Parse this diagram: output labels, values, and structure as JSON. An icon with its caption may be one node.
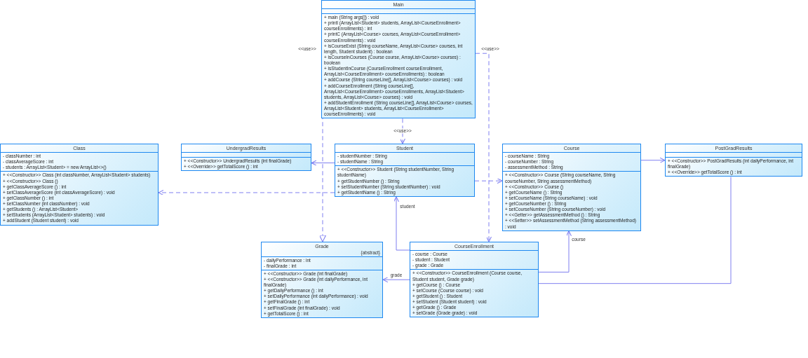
{
  "diagram": {
    "nodes": [
      {
        "text": [
          "Main"
        ]
      },
      {
        "text": [],
        "shape": "box",
        "in": 0
      },
      {
        "text": [
          "+ main (String args[]) : void",
          "+ printI (ArrayList<Student> students, ArrayList<CourseEnrollment> courseEnrollments) : int",
          "+ printC (ArrayList<Course> courses, ArrayList<CourseEnrollment> courseEnrollments) : void",
          "+ isCourseExist (String courseName, ArrayList<Course> courses, int length, Student student) : boolean",
          "+ isCourseInCourses (Course course, ArrayList<Course> courses) : boolean",
          "+ isStudentInCourse (CourseEnrollment courseEnrollment, ArrayList<CourseEnrollment> courseEnrollments) : boolean",
          "+ addCourse (String courseLine[], ArrayList<Course> courses) : void",
          "+ addCourseEnrollment (String courseLine[], ArrayList<CourseEnrollment> courseEnrollments, ArrayList<Student> students, ArrayList<Course> courses) : void",
          "+ addStudentEnrollment (String courseLine[], ArrayList<Course> courses, ArrayList<Student> students, ArrayList<CourseEnrollment> courseEnrollments) : void"
        ],
        "in": 0
      },
      {
        "text": [
          "Class"
        ]
      },
      {
        "text": [
          "- classNumber : int",
          "- classAverageScore : int",
          "- students : ArrayList<Student> = new ArrayList<>()"
        ],
        "in": 3
      },
      {
        "text": [
          "+ <<Constructor>> Class (int classNumber, ArrayList<Student> students)",
          "+ <<Constructor>> Class ()",
          "+ getClassAverageScore () : int",
          "+ setClassAverageScore (int classAverageScore) : void",
          "+ getClassNumber () : int",
          "+ setClassNumber (int classNumber) : void",
          "+ getStudents () : ArrayList<Student>",
          "+ setStudents (ArrayList<Student> students) : void",
          "+ addStudent (Student student) : void"
        ],
        "in": 3
      },
      {
        "text": [
          "UndergradResults"
        ]
      },
      {
        "text": [],
        "shape": "box",
        "in": 6
      },
      {
        "text": [
          "+ <<Constructor>> UndergradResults (int finalGrade)",
          "+ <<Override>> getTotalScore () : int"
        ],
        "in": 6
      },
      {
        "text": [
          "Student"
        ]
      },
      {
        "text": [
          "- studentNumber : String",
          "- studentName : String"
        ],
        "in": 9
      },
      {
        "text": [
          "+ <<Constructor>> Student (String studentNumber, String studentName)",
          "+ getStudentNumber () : String",
          "+ setStudentNumber (String studentNumber) : void",
          "+ getStudentName () : String"
        ],
        "in": 9
      },
      {
        "text": [
          "Course"
        ]
      },
      {
        "text": [
          "- courseName : String",
          "- courseNumber : String",
          "- assessmentMethod : String"
        ],
        "in": 12
      },
      {
        "text": [
          "+ <<Constructor>> Course (String courseName, String courseNumber, String assessmentMethod)",
          "+ <<Constructor>> Course ()",
          "+ getCourseName () : String",
          "+ setCourseName (String courseName) : void",
          "+ getCourseNumber () : String",
          "+ setCourseNumber (String courseNumber) : void",
          "+ <<Getter>> getAssessmentMethod () : String",
          "+ <<Setter>> setAssessmentMethod (String assessmentMethod) : void"
        ],
        "in": 12
      },
      {
        "text": [
          "PostGradResults"
        ]
      },
      {
        "text": [],
        "shape": "box",
        "in": 15
      },
      {
        "text": [
          "+ <<Constructor>> PostGradResults (int dailyPerformance, int finalGrade)",
          "+ <<Override>> getTotalScore () : int"
        ],
        "in": 15
      },
      {
        "text": [
          "Grade",
          "{abstract}"
        ]
      },
      {
        "text": [
          "- dailyPerformance : int",
          "- finalGrade : int"
        ],
        "in": 18
      },
      {
        "text": [
          "+ <<Constructor>> Grade (int finalGrade)",
          "+ <<Constructor>> Grade (int dailyPerformance, int finalGrade)",
          "+ getDailyPerformance () : int",
          "+ setDailyPerformance (int dailyPerformance) : void",
          "+ getFinalGrade () : int",
          "+ setFinalGrade (int finalGrade) : void",
          "+ getTotalScore () : int"
        ],
        "in": 18
      },
      {
        "text": [
          "CourseEnrollment"
        ]
      },
      {
        "text": [
          "- course : Course",
          "- student : Student",
          "- grade : Grade"
        ],
        "in": 21
      },
      {
        "text": [
          "+ <<Constructor>> CourseEnrollment (Course course, Student student, Grade grade)",
          "+ getCourse () : Course",
          "+ setCourse (Course course) : void",
          "+ getStudent () : Student",
          "+ setStudent (Student student) : void",
          "+ getGrade () : Grade",
          "+ setGrade (Grade grade) : void"
        ],
        "in": 21
      }
    ],
    "edges": [
      {
        "from": 0,
        "to": 9,
        "arrow": "to",
        "label": "<<use>>",
        "style": "dashed"
      },
      {
        "from": 0,
        "to": 18,
        "arrow": "to",
        "label": "<<use>>",
        "style": "dashed"
      },
      {
        "from": 0,
        "to": 21,
        "arrow": "to",
        "label": "<<use>>",
        "style": "dashed"
      },
      {
        "from": 9,
        "to": 3,
        "arrow": "to",
        "style": "dashed"
      },
      {
        "from": 9,
        "to": 6,
        "arrow": "to"
      },
      {
        "from": 9,
        "to": 12,
        "arrow": "to",
        "style": "dashed"
      },
      {
        "from": 12,
        "to": 15,
        "arrow": "to"
      },
      {
        "from": 21,
        "to": 18,
        "arrow": "to",
        "label": "grade"
      },
      {
        "from": 21,
        "to": 9,
        "arrow": "to",
        "label": "student"
      },
      {
        "from": 21,
        "to": 12,
        "arrow": "to",
        "label": "course"
      },
      {
        "from": 15,
        "to": 21,
        "arrow": "none"
      }
    ]
  }
}
